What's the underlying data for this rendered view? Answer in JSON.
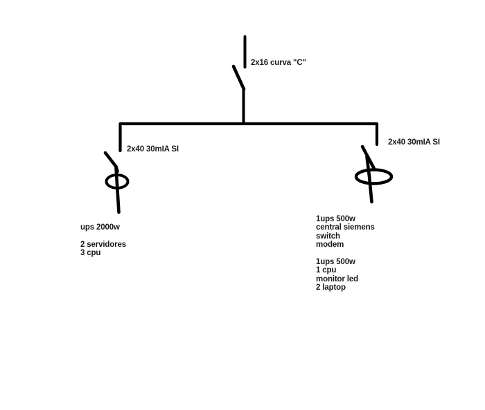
{
  "page": {
    "background_color": "#ffffff",
    "stroke_color": "#000000",
    "text_color": "#1a1a1a"
  },
  "diagram": {
    "type": "electrical-single-line-diagram",
    "labels": {
      "main_breaker": "2x16 curva \"C\"",
      "left_branch_breaker": "2x40 30mIA SI",
      "right_branch_breaker": "2x40 30mIA SI"
    },
    "left_load": {
      "lines": [
        "ups 2000w",
        "",
        "2 servidores",
        "3 cpu"
      ]
    },
    "right_load": {
      "lines": [
        "1ups 500w",
        "central siemens",
        "switch",
        "modem",
        "",
        "1ups 500w",
        "1 cpu",
        "monitor led",
        "2 laptop"
      ]
    },
    "symbols": {
      "main_breaker": "circuit-breaker-switch",
      "left_branch": "circuit-breaker-switch + residual-current-device-ellipse",
      "right_branch": "circuit-breaker-switch + residual-current-device-ellipse"
    }
  }
}
